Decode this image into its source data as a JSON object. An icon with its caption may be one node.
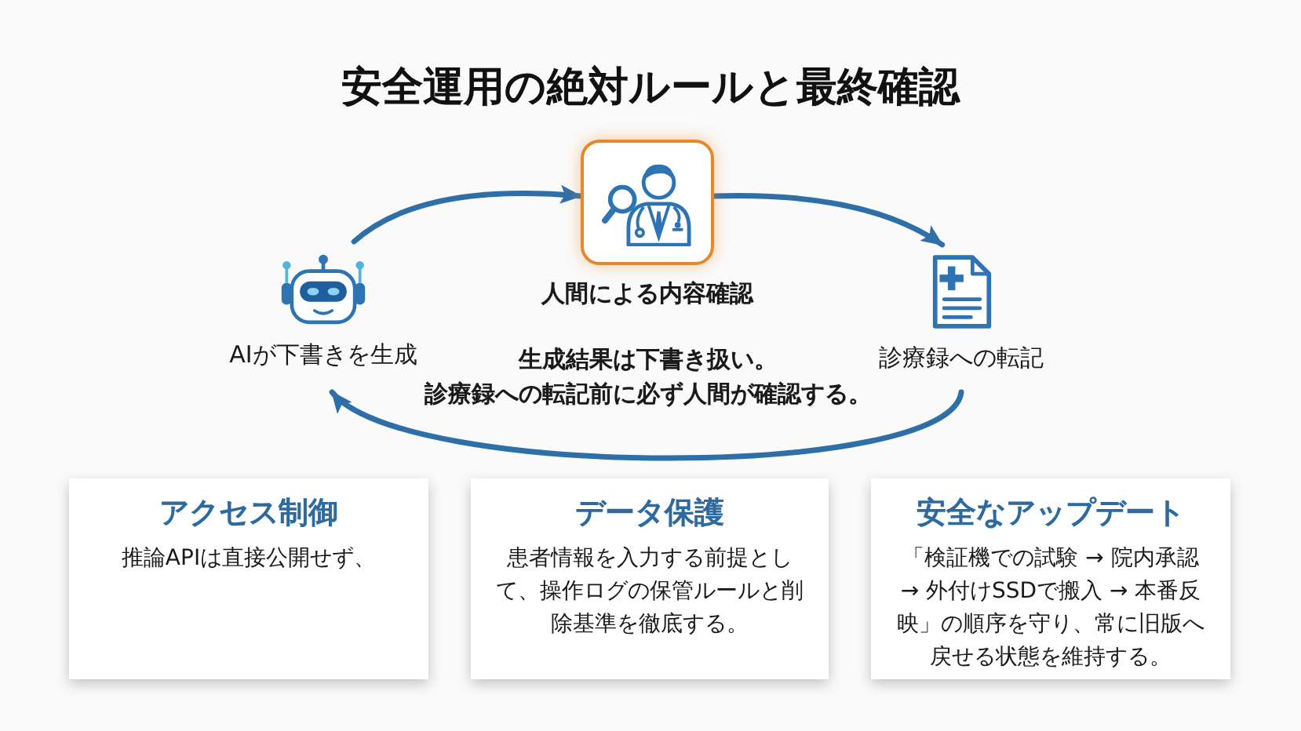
{
  "diagram": {
    "title": "安全運用の絶対ルールと最終確認",
    "nodes": [
      {
        "text": [
          "AIが下書きを生成"
        ]
      },
      {
        "text": [
          "人間による内容確認"
        ]
      },
      {
        "text": [
          "診療録への転記"
        ]
      },
      {
        "text": [
          "アクセス制御",
          "推論APIは直接公開せず、"
        ]
      },
      {
        "text": [
          "データ保護",
          "患者情報を入力する前提として、操作ログの保管ルールと削除基準を徹底する。"
        ]
      },
      {
        "text": [
          "安全なアップデート",
          "「検証機での試験 → 院内承認 → 外付けSSDで搬入 → 本番反映」の順序を守り、常に旧版へ戻せる状態を維持する。"
        ]
      }
    ],
    "edges": [
      {
        "from": 0,
        "to": 1,
        "arrow": "to"
      },
      {
        "from": 1,
        "to": 2,
        "arrow": "to"
      },
      {
        "from": 2,
        "to": 0,
        "arrow": "to"
      }
    ],
    "labels": [
      "生成結果は下書き扱い。診療録への転記前に必ず人間が確認する。"
    ]
  }
}
